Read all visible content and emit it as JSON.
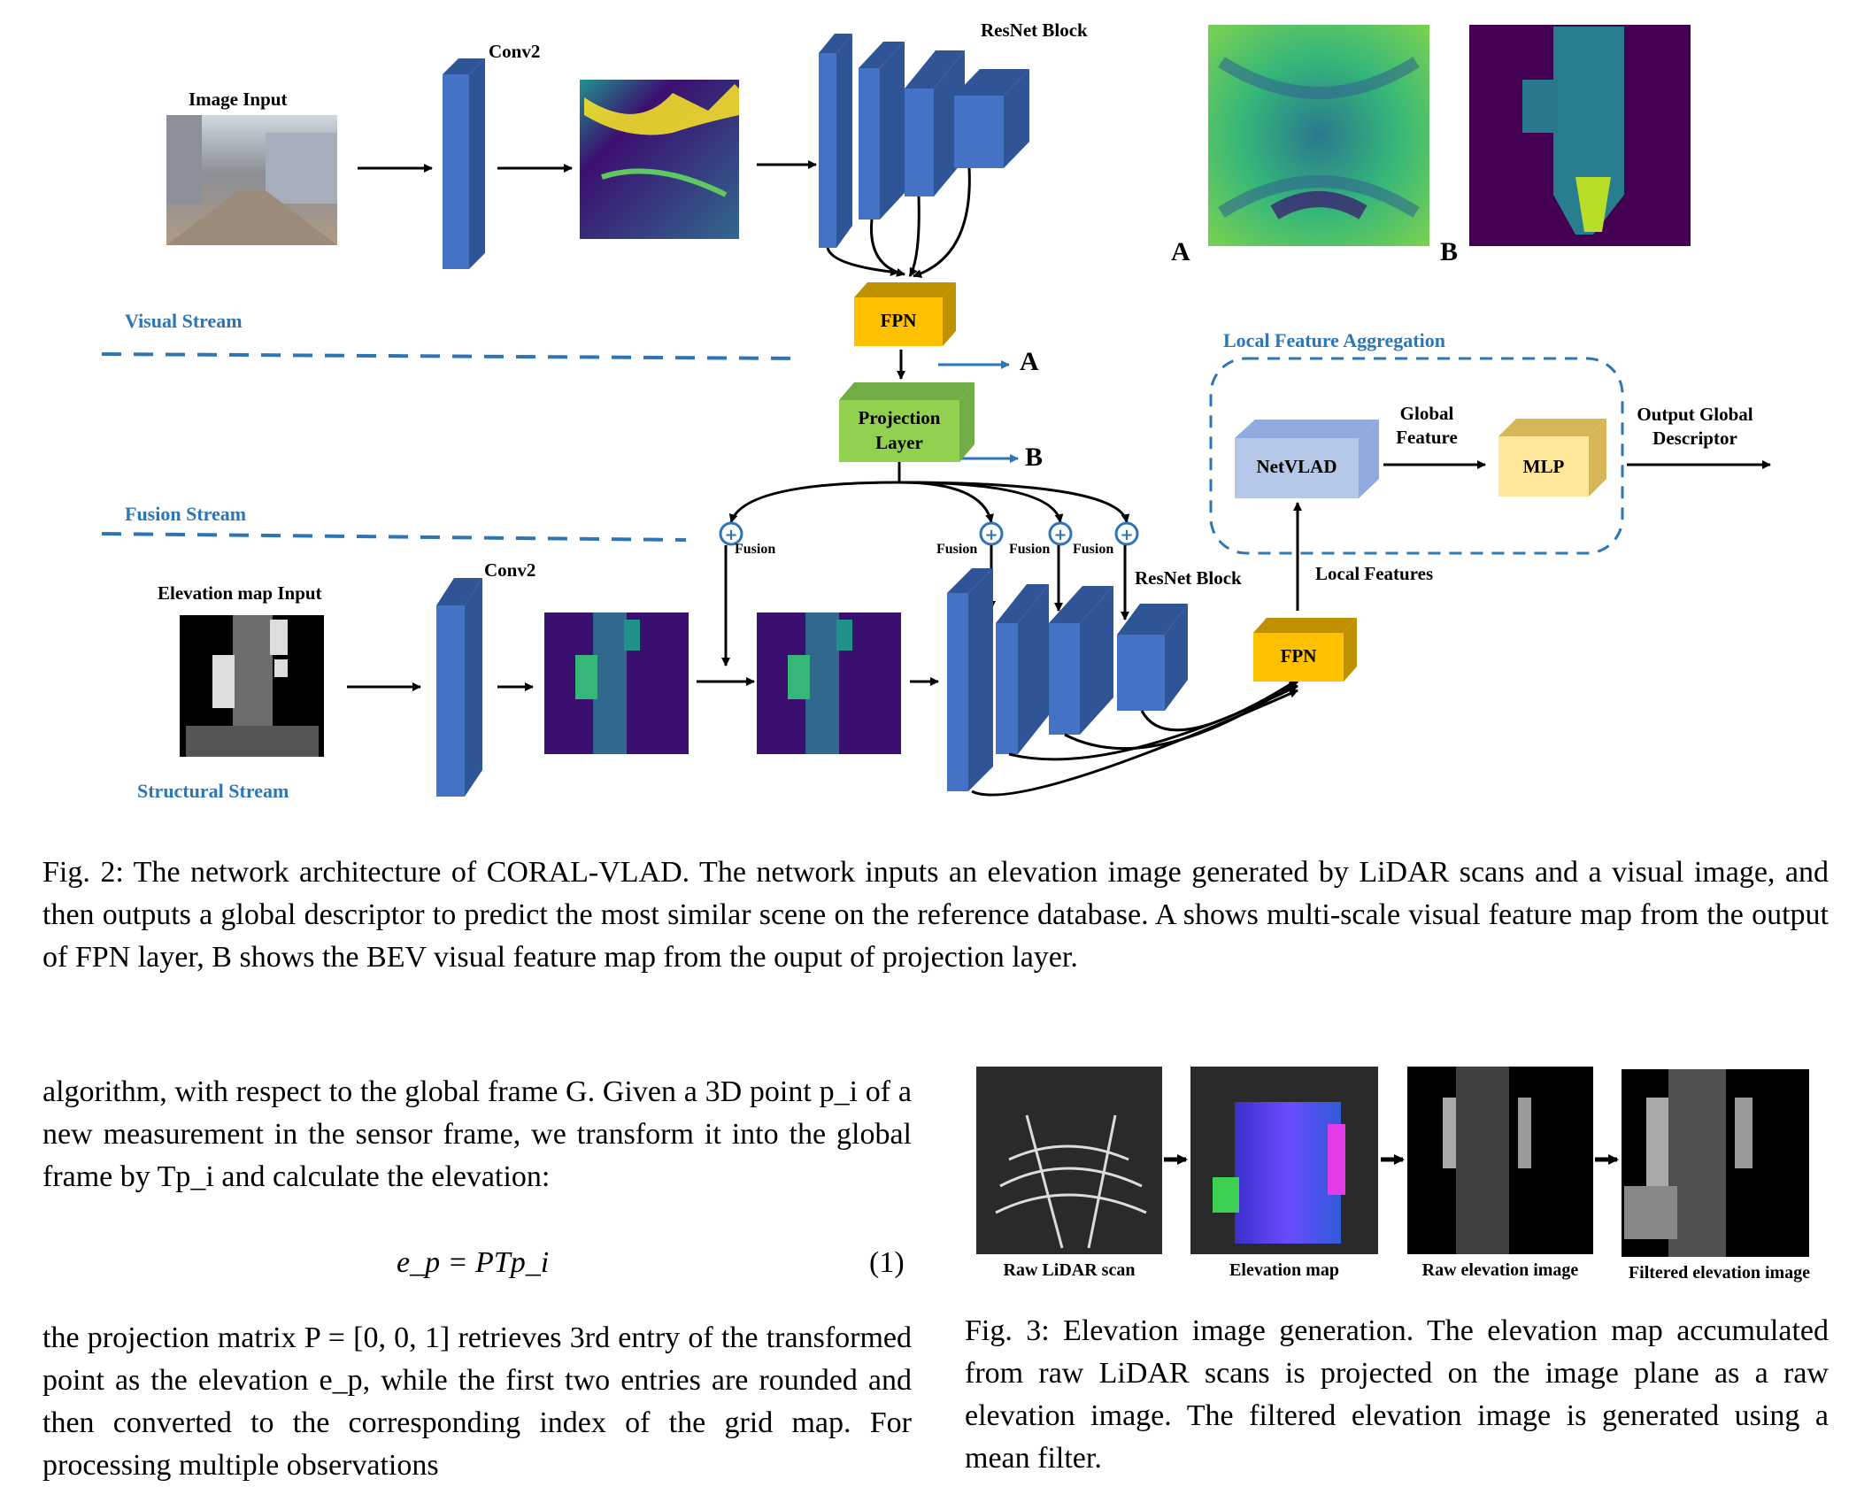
{
  "figure": {
    "image_input_label": "Image Input",
    "conv2_top_label": "Conv2",
    "resnet_top_label": "ResNet Block",
    "fpn_top_label": "FPN",
    "visual_stream_label": "Visual Stream",
    "projection_label_line1": "Projection",
    "projection_label_line2": "Layer",
    "arrow_a_label": "A",
    "arrow_b_label": "B",
    "fusion_stream_label": "Fusion Stream",
    "fusion_label": "Fusion",
    "elevation_input_label": "Elevation map Input",
    "conv2_bottom_label": "Conv2",
    "resnet_bottom_label": "ResNet Block",
    "structural_stream_label": "Structural Stream",
    "local_features_label": "Local Features",
    "fpn_bottom_label": "FPN",
    "lfa_label": "Local Feature Aggregation",
    "netvlad_label": "NetVLAD",
    "global_feature_line1": "Global",
    "global_feature_line2": "Feature",
    "mlp_label": "MLP",
    "output_line1": "Output Global",
    "output_line2": "Descriptor",
    "map_a_label": "A",
    "map_b_label": "B"
  },
  "fig2_caption": "Fig. 2: The network architecture of CORAL-VLAD. The network inputs an elevation image generated by LiDAR scans and a visual image, and then outputs a global descriptor to predict the most similar scene on the reference database. A shows multi-scale visual feature map from the output of FPN layer, B shows the BEV visual feature map from the ouput of projection layer.",
  "left_col": {
    "para1": "algorithm, with respect to the global frame G. Given a 3D point p_i of a new measurement in the sensor frame, we transform it into the global frame by Tp_i and calculate the elevation:",
    "equation": "e_p = PTp_i",
    "equation_number": "(1)",
    "para2": "the projection matrix P = [0, 0, 1] retrieves 3rd entry of the transformed point as the elevation e_p, while the first two entries are rounded and then converted to the corresponding index of the grid map. For processing multiple observations"
  },
  "fig3": {
    "labels": [
      "Raw LiDAR scan",
      "Elevation map",
      "Raw elevation image",
      "Filtered elevation image"
    ],
    "caption": "Fig. 3: Elevation image generation. The elevation map accumulated from raw LiDAR scans is projected on the image plane as a raw elevation image. The filtered elevation image is generated using a mean filter."
  },
  "colors": {
    "block_blue": "#4472c4",
    "fpn_orange": "#ffc000",
    "projection_green": "#92d050",
    "netvlad_blue": "#b4c7e7",
    "mlp_yellow": "#ffe699",
    "stream_label_blue": "#2e75b6",
    "feature_dark": "#3b0f70"
  }
}
